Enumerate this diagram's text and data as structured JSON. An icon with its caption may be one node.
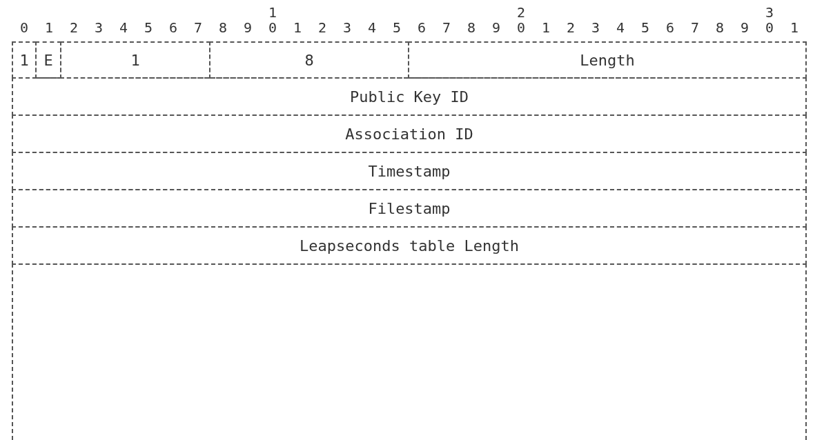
{
  "diagram": {
    "nodes": [
      {
        "text": [
          "1"
        ]
      },
      {
        "text": [
          "E"
        ]
      },
      {
        "text": [
          "1"
        ]
      },
      {
        "text": [
          "8"
        ]
      },
      {
        "text": [
          "Length"
        ]
      },
      {
        "text": [
          "Public Key ID"
        ]
      },
      {
        "text": [
          "Association ID"
        ]
      },
      {
        "text": [
          "Timestamp"
        ]
      },
      {
        "text": [
          "Filestamp"
        ]
      },
      {
        "text": [
          "Leapseconds table Length"
        ]
      },
      {
        "text": [],
        "shape": "box"
      }
    ],
    "labels": [
      "1",
      "2",
      "3",
      "0 1 2 3 4 5 6 7 8 9 0 1 2 3 4 5 6 7 8 9 0 1 2 3 4 5 6 7 8 9 0 1"
    ]
  }
}
